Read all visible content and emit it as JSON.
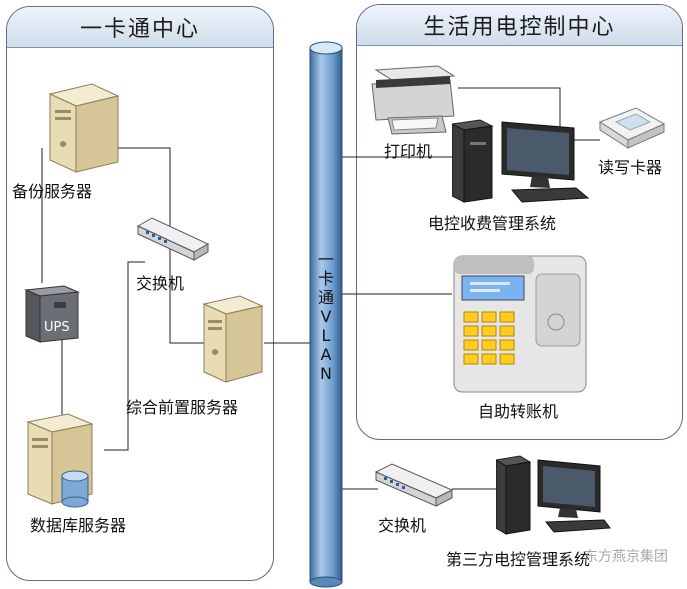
{
  "left_panel": {
    "title": "一卡通中心"
  },
  "right_panel": {
    "title": "生活用电控制中心"
  },
  "vlan": {
    "chars": [
      "一",
      "卡",
      "通",
      "V",
      "L",
      "A",
      "N"
    ]
  },
  "nodes": {
    "backup_server": "备份服务器",
    "switch_left": "交换机",
    "ups": "UPS",
    "front_server": "综合前置服务器",
    "db_server": "数据库服务器",
    "printer": "打印机",
    "card_reader": "读写卡器",
    "billing_system": "电控收费管理系统",
    "self_service": "自助转账机",
    "switch_right": "交换机",
    "third_party": "第三方电控管理系统"
  },
  "watermark": "东方燕京集团",
  "colors": {
    "panel_border": "#5b6f86",
    "header_gradient_top": "#eef4fb",
    "header_gradient_bottom": "#cfdceb",
    "pipe_blue": "#6f9fd0",
    "pipe_dark": "#3c6e9f",
    "server_beige": "#e9dcb5",
    "ups_gray": "#6b6e74",
    "screen_yellow": "#ffcc22"
  }
}
